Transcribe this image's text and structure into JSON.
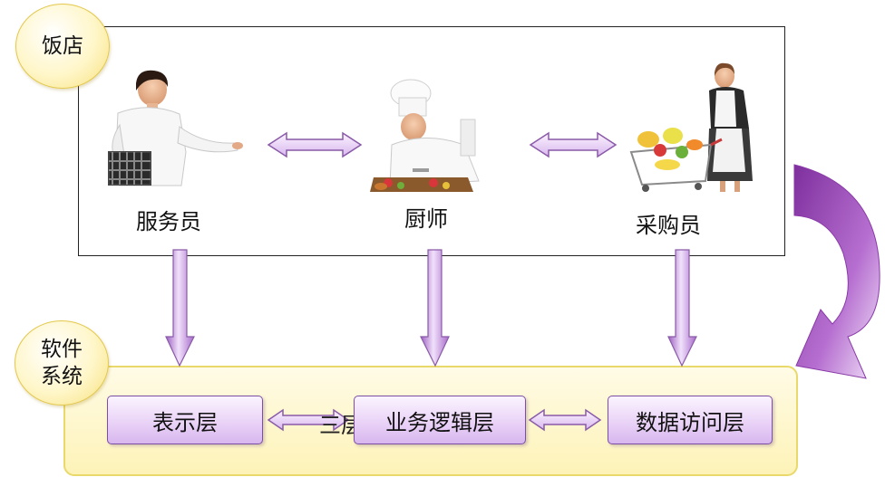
{
  "badges": {
    "restaurant": "饭店",
    "software_line1": "软件",
    "software_line2": "系统"
  },
  "roles": {
    "waiter": "服务员",
    "chef": "厨师",
    "buyer": "采购员"
  },
  "layers": {
    "presentation": "表示层",
    "business_logic": "业务逻辑层",
    "data_access": "数据访问层",
    "partially_hidden": "三层"
  },
  "colors": {
    "arrow_fill": "#e9d3f7",
    "arrow_stroke": "#8a5aa8",
    "curve_arrow": "#9b4fb8",
    "badge_border": "#e3c84c",
    "software_frame_border": "#e9d96a"
  }
}
